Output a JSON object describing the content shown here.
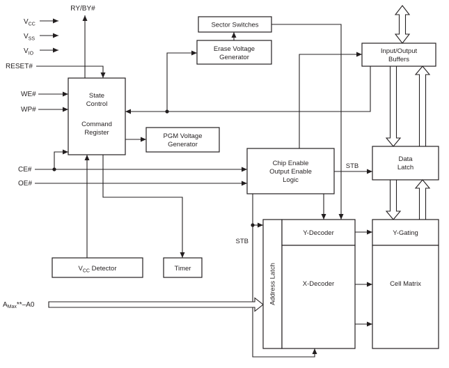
{
  "signals": {
    "ryby": "RY/BY#",
    "vcc": {
      "base": "V",
      "sub": "CC"
    },
    "vss": {
      "base": "V",
      "sub": "SS"
    },
    "vio": {
      "base": "V",
      "sub": "IO"
    },
    "reset": "RESET#",
    "we": "WE#",
    "wp": "WP#",
    "ce": "CE#",
    "oe": "OE#",
    "addr": {
      "base": "A",
      "sub": "Max",
      "rest": "**–A0"
    },
    "stb_data": "STB",
    "stb_addr": "STB"
  },
  "blocks": {
    "sector_switches": {
      "label": "Sector Switches"
    },
    "erase_vg": {
      "l1": "Erase Voltage",
      "l2": "Generator"
    },
    "io_buffers": {
      "l1": "Input/Output",
      "l2": "Buffers"
    },
    "state_control": {
      "l1": "State",
      "l2": "Control",
      "l3": "Command",
      "l4": "Register"
    },
    "pgm_vg": {
      "l1": "PGM Voltage",
      "l2": "Generator"
    },
    "ceoe_logic": {
      "l1": "Chip Enable",
      "l2": "Output Enable",
      "l3": "Logic"
    },
    "data_latch": {
      "l1": "Data",
      "l2": "Latch"
    },
    "vcc_detector": {
      "base": "V",
      "sub": "CC",
      "rest": " Detector"
    },
    "timer": {
      "label": "Timer"
    },
    "address_latch": {
      "label": "Address Latch"
    },
    "y_decoder": {
      "label": "Y-Decoder"
    },
    "x_decoder": {
      "label": "X-Decoder"
    },
    "y_gating": {
      "label": "Y-Gating"
    },
    "cell_matrix": {
      "label": "Cell Matrix"
    }
  },
  "colors": {
    "line": "#231f20",
    "background": "#ffffff"
  }
}
